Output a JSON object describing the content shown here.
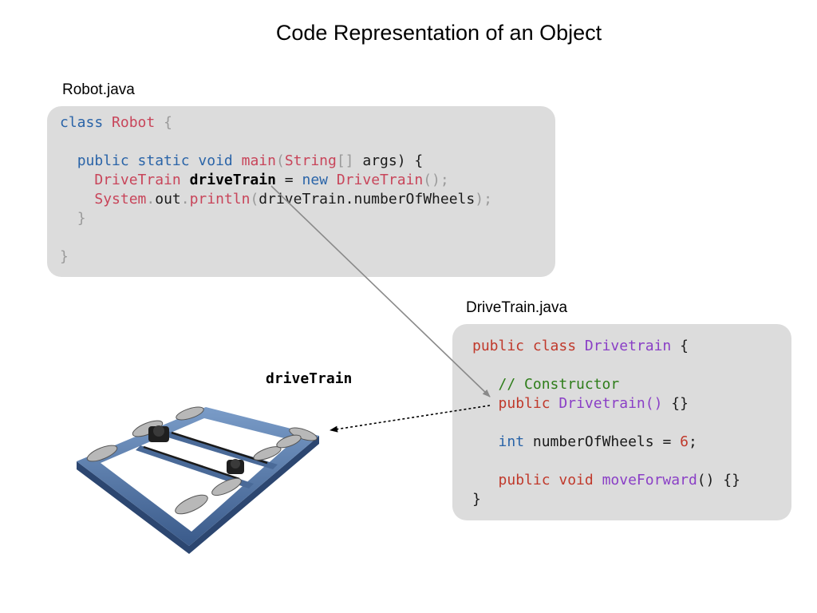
{
  "title": "Code Representation of an Object",
  "robot_file": {
    "filename": "Robot.java",
    "line1": {
      "kw": "class",
      "name": "Robot",
      "brace": "{"
    },
    "line3": {
      "mods": "public static void",
      "method": "main",
      "open": "(",
      "type": "String",
      "arr": "[]",
      "param": "args",
      "close": ")",
      "brace": "{"
    },
    "line4": {
      "type": "DriveTrain",
      "var": "driveTrain",
      "eq": "=",
      "kw": "new",
      "ctor": "DriveTrain",
      "parens": "();"
    },
    "line5": {
      "cls": "System",
      "dot1": ".",
      "field": "out",
      "dot2": ".",
      "method": "println",
      "open": "(",
      "arg": "driveTrain.numberOfWheels",
      "close": ");"
    },
    "line6": "}",
    "line8": "}"
  },
  "drivetrain_file": {
    "filename": "DriveTrain.java",
    "line1": {
      "mods": "public class",
      "name": "Drivetrain",
      "brace": "{"
    },
    "line3": "// Constructor",
    "line4": {
      "kw": "public",
      "ctor": "Drivetrain()",
      "body": "{}"
    },
    "line6": {
      "type": "int",
      "field": "numberOfWheels",
      "eq": "=",
      "value": "6",
      "semi": ";"
    },
    "line8": {
      "mods": "public void",
      "method": "moveForward",
      "rest": "() {}"
    },
    "line9": "}"
  },
  "object_label": "driveTrain"
}
